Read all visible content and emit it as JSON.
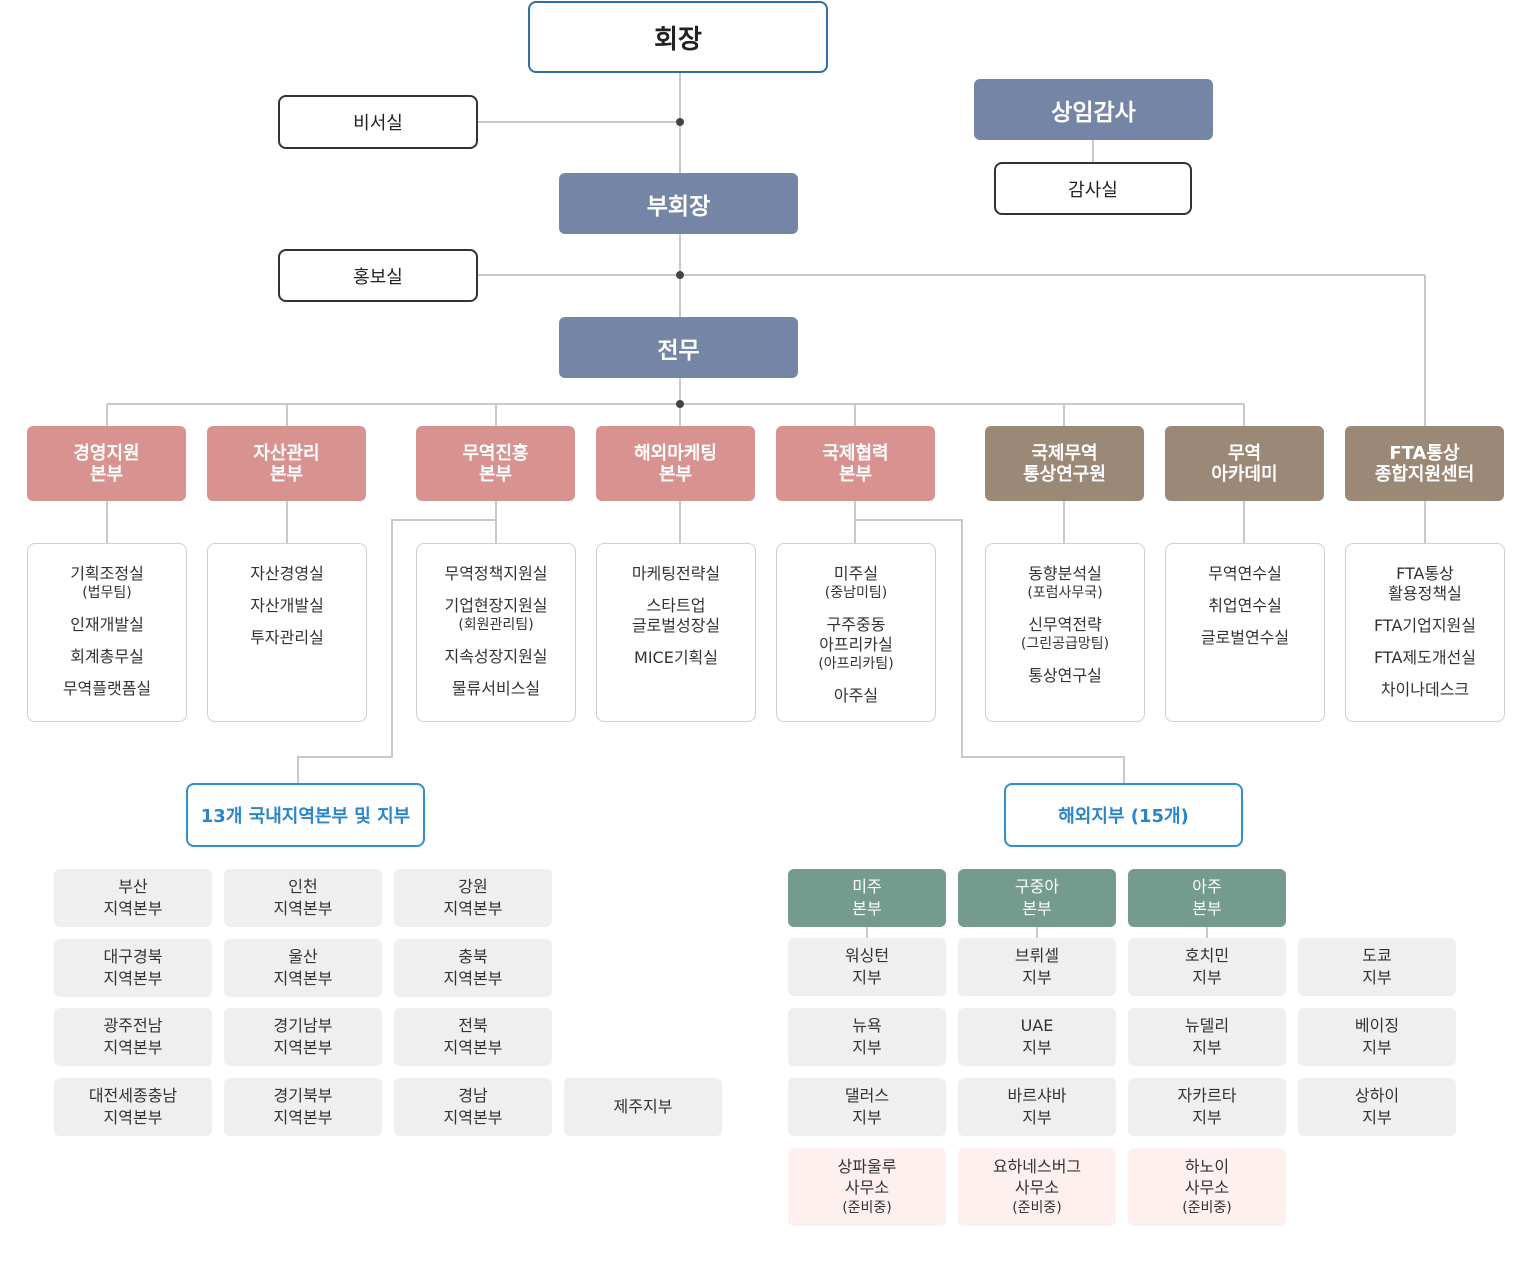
{
  "top": {
    "ceo": "회장",
    "secretariat": "비서실",
    "auditor": "상임감사",
    "audit_office": "감사실",
    "vice_chairman": "부회장",
    "pr_office": "홍보실",
    "executive_director": "전무"
  },
  "headquarters": [
    {
      "name": "경영지원\n본부",
      "color": "#d89390",
      "offices": [
        {
          "name": "기획조정실",
          "note": "(법무팀)"
        },
        {
          "name": "인재개발실"
        },
        {
          "name": "회계총무실"
        },
        {
          "name": "무역플랫폼실"
        }
      ]
    },
    {
      "name": "자산관리\n본부",
      "color": "#d89390",
      "offices": [
        {
          "name": "자산경영실"
        },
        {
          "name": "자산개발실"
        },
        {
          "name": "투자관리실"
        }
      ]
    },
    {
      "name": "무역진흥\n본부",
      "color": "#d89390",
      "offices": [
        {
          "name": "무역정책지원실"
        },
        {
          "name": "기업현장지원실",
          "note": "(회원관리팀)"
        },
        {
          "name": "지속성장지원실"
        },
        {
          "name": "물류서비스실"
        }
      ]
    },
    {
      "name": "해외마케팅\n본부",
      "color": "#d89390",
      "offices": [
        {
          "name": "마케팅전략실"
        },
        {
          "name": "스타트업\n글로벌성장실"
        },
        {
          "name": "MICE기획실"
        }
      ]
    },
    {
      "name": "국제협력\n본부",
      "color": "#d89390",
      "offices": [
        {
          "name": "미주실",
          "note": "(중남미팀)"
        },
        {
          "name": "구주중동\n아프리카실",
          "note": "(아프리카팀)"
        },
        {
          "name": "아주실"
        }
      ]
    },
    {
      "name": "국제무역\n통상연구원",
      "color": "#9c8876",
      "offices": [
        {
          "name": "동향분석실",
          "note": "(포럼사무국)"
        },
        {
          "name": "신무역전략",
          "note": "(그린공급망팀)"
        },
        {
          "name": "통상연구실"
        }
      ]
    },
    {
      "name": "무역\n아카데미",
      "color": "#9c8876",
      "offices": [
        {
          "name": "무역연수실"
        },
        {
          "name": "취업연수실"
        },
        {
          "name": "글로벌연수실"
        }
      ]
    },
    {
      "name": "FTA통상\n종합지원센터",
      "color": "#9c8876",
      "offices": [
        {
          "name": "FTA통상\n활용정책실"
        },
        {
          "name": "FTA기업지원실"
        },
        {
          "name": "FTA제도개선실"
        },
        {
          "name": "차이나데스크"
        }
      ]
    }
  ],
  "domestic": {
    "title": "13개 국내지역본부 및 지부",
    "rows": [
      [
        "부산\n지역본부",
        "인천\n지역본부",
        "강원\n지역본부"
      ],
      [
        "대구경북\n지역본부",
        "울산\n지역본부",
        "충북\n지역본부"
      ],
      [
        "광주전남\n지역본부",
        "경기남부\n지역본부",
        "전북\n지역본부"
      ],
      [
        "대전세종충남\n지역본부",
        "경기북부\n지역본부",
        "경남\n지역본부",
        "제주지부"
      ]
    ]
  },
  "overseas": {
    "title": "해외지부 (15개)",
    "regions": [
      "미주\n본부",
      "구중아\n본부",
      "아주\n본부"
    ],
    "columns": [
      [
        "워싱턴\n지부",
        "뉴욕\n지부",
        "댈러스\n지부"
      ],
      [
        "브뤼셀\n지부",
        "UAE\n지부",
        "바르샤바\n지부"
      ],
      [
        "호치민\n지부",
        "뉴델리\n지부",
        "자카르타\n지부"
      ],
      [
        "도쿄\n지부",
        "베이징\n지부",
        "상하이\n지부"
      ]
    ],
    "planned": [
      {
        "name": "상파울루\n사무소",
        "note": "(준비중)"
      },
      {
        "name": "요하네스버그\n사무소",
        "note": "(준비중)"
      },
      {
        "name": "하노이\n사무소",
        "note": "(준비중)"
      }
    ]
  }
}
